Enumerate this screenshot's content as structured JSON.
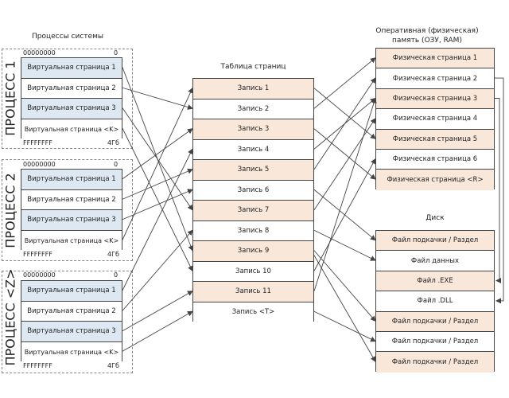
{
  "processes_title": "Процессы системы",
  "processes": [
    {
      "label": "ПРОЦЕСС 1",
      "addr_start": "00000000",
      "addr_start_right": "0",
      "addr_end": "FFFFFFFF",
      "addr_end_right": "4Гб",
      "pages": [
        "Виртуальная страница 1",
        "Виртуальная страница 2",
        "Виртуальная страница 3",
        "Виртуальная страница <K>"
      ]
    },
    {
      "label": "ПРОЦЕСС 2",
      "addr_start": "00000000",
      "addr_start_right": "0",
      "addr_end": "FFFFFFFF",
      "addr_end_right": "4Гб",
      "pages": [
        "Виртуальная страница 1",
        "Виртуальная страница 2",
        "Виртуальная страница 3",
        "Виртуальная страница <K>"
      ]
    },
    {
      "label": "ПРОЦЕСС <Z>",
      "addr_start": "00000000",
      "addr_start_right": "0",
      "addr_end": "FFFFFFFF",
      "addr_end_right": "4Гб",
      "pages": [
        "Виртуальная страница 1",
        "Виртуальная страница 2",
        "Виртуальная страница 3",
        "Виртуальная страница <K>"
      ]
    }
  ],
  "page_table": {
    "title": "Таблица страниц",
    "entries": [
      "Запись 1",
      "Запись 2",
      "Запись 3",
      "Запись 4",
      "Запись 5",
      "Запись 6",
      "Запись 7",
      "Запись 8",
      "Запись 9",
      "Запись 10",
      "Запись 11",
      "Запись <T>"
    ]
  },
  "ram": {
    "title_line1": "Оперативная (физическая)",
    "title_line2": "память (ОЗУ, RAM)",
    "pages": [
      "Физическая страница 1",
      "Физическая страница 2",
      "Физическая страница 3",
      "Физическая страница 4",
      "Физическая страница 5",
      "Физическая страница 6",
      "Физическая страница <R>"
    ]
  },
  "disk": {
    "title": "Диск",
    "items": [
      "Файл подкачки / Раздел",
      "Файл данных",
      "Файл .EXE",
      "Файл .DLL",
      "Файл подкачки / Раздел",
      "Файл подкачки / Раздел",
      "Файл подкачки / Раздел"
    ]
  },
  "colors": {
    "virtual_fill": "#dde8f2",
    "table_fill": "#f9e7d9",
    "line": "#444444"
  }
}
